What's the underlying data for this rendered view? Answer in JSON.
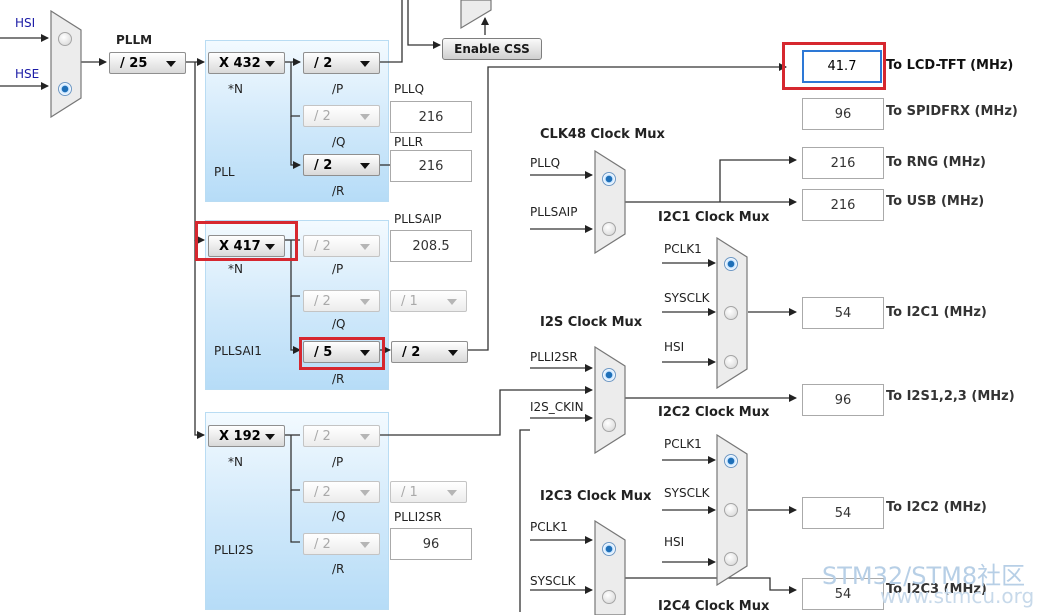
{
  "inputs": {
    "hsi": "HSI",
    "hse": "HSE"
  },
  "pllm": {
    "label": "PLLM",
    "value": "/ 25"
  },
  "enable_css": "Enable CSS",
  "pll": {
    "name": "PLL",
    "n_label": "*N",
    "n_value": "X 432",
    "p_value": "/ 2",
    "p_label": "/P",
    "q_value": "/ 2",
    "q_label": "/Q",
    "pllq_label": "PLLQ",
    "pllq_freq": "216",
    "r_value": "/ 2",
    "r_label": "/R",
    "pllr_label": "PLLR",
    "pllr_freq": "216"
  },
  "pllsai1": {
    "name": "PLLSAI1",
    "n_label": "*N",
    "n_value": "X 417",
    "p_value": "/ 2",
    "p_label": "/P",
    "pllsaip_label": "PLLSAIP",
    "pllsaip_freq": "208.5",
    "q_value": "/ 2",
    "q_label": "/Q",
    "q_div2": "/ 1",
    "r_value": "/ 5",
    "r_label": "/R",
    "r_div2": "/ 2"
  },
  "plli2s": {
    "name": "PLLI2S",
    "n_label": "*N",
    "n_value": "X 192",
    "p_value": "/ 2",
    "p_label": "/P",
    "q_value": "/ 2",
    "q_label": "/Q",
    "q_div2": "/ 1",
    "r_value": "/ 2",
    "r_label": "/R",
    "plli2sr_label": "PLLI2SR",
    "plli2sr_freq": "96"
  },
  "outputs": [
    {
      "value": "41.7",
      "label": "To LCD-TFT (MHz)"
    },
    {
      "value": "96",
      "label": "To SPIDFRX (MHz)"
    },
    {
      "value": "216",
      "label": "To RNG (MHz)"
    },
    {
      "value": "216",
      "label": "To USB (MHz)"
    },
    {
      "value": "54",
      "label": "To I2C1 (MHz)"
    },
    {
      "value": "96",
      "label": "To I2S1,2,3 (MHz)"
    },
    {
      "value": "54",
      "label": "To I2C2 (MHz)"
    },
    {
      "value": "54",
      "label": "To I2C3 (MHz)"
    }
  ],
  "muxes": {
    "clk48": {
      "title": "CLK48 Clock Mux",
      "in1": "PLLQ",
      "in2": "PLLSAIP"
    },
    "i2c1": {
      "title": "I2C1 Clock Mux",
      "in1": "PCLK1",
      "in2": "SYSCLK",
      "in3": "HSI"
    },
    "i2s": {
      "title": "I2S Clock Mux",
      "in1": "PLLI2SR",
      "in2": "I2S_CKIN"
    },
    "i2c2": {
      "title": "I2C2 Clock Mux",
      "in1": "PCLK1",
      "in2": "SYSCLK",
      "in3": "HSI"
    },
    "i2c3": {
      "title": "I2C3 Clock Mux",
      "in1": "PCLK1",
      "in2": "SYSCLK"
    },
    "i2c4": {
      "title": "I2C4 Clock Mux"
    }
  },
  "watermark": {
    "brand": "STM32/STM8社区",
    "url": "www.stmcu.org"
  }
}
